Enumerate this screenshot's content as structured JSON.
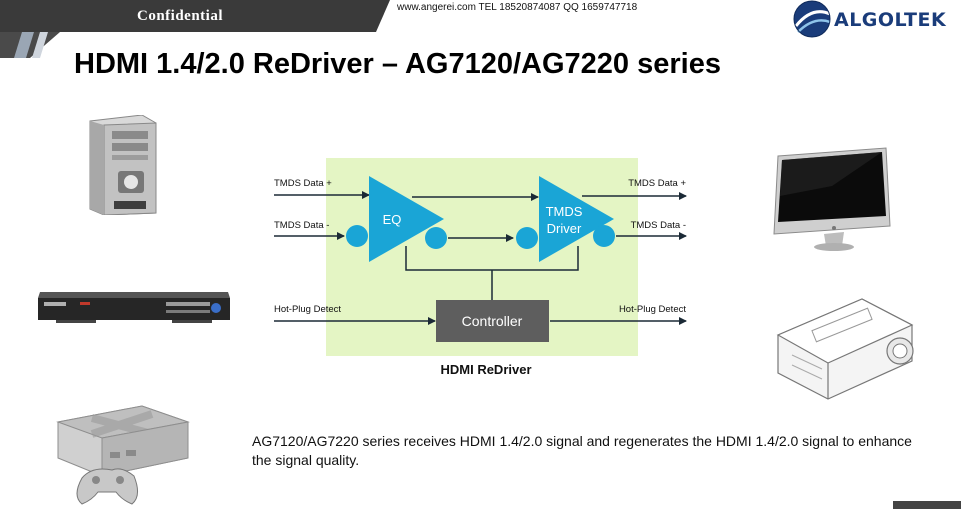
{
  "header": {
    "confidential": "Confidential",
    "contact": "www.angerei.com  TEL 18520874087  QQ 1659747718",
    "logo_text": "ALGOLTEK",
    "colors": {
      "band": "#3a3a3a",
      "logo_blue": "#1a3c7a"
    }
  },
  "title": "HDMI 1.4/2.0 ReDriver – AG7120/AG7220 series",
  "diagram": {
    "caption": "HDMI ReDriver",
    "eq_label": "EQ",
    "driver_label_1": "TMDS",
    "driver_label_2": "Driver",
    "controller_label": "Controller",
    "inputs": {
      "data_plus": "TMDS Data +",
      "data_minus": "TMDS Data -",
      "hpd": "Hot-Plug Detect"
    },
    "outputs": {
      "data_plus": "TMDS Data +",
      "data_minus": "TMDS Data -",
      "hpd": "Hot-Plug Detect"
    },
    "colors": {
      "background": "#e4f5c4",
      "triangle": "#1aa5d6",
      "controller": "#5e5e5e",
      "line": "#1b2a36"
    }
  },
  "devices": {
    "left": [
      "pc-tower-icon",
      "dvr-box-icon",
      "game-console-icon"
    ],
    "right": [
      "monitor-icon",
      "projector-icon"
    ]
  },
  "description": "AG7120/AG7220 series receives HDMI 1.4/2.0 signal and regenerates the HDMI 1.4/2.0 signal to enhance the signal quality."
}
